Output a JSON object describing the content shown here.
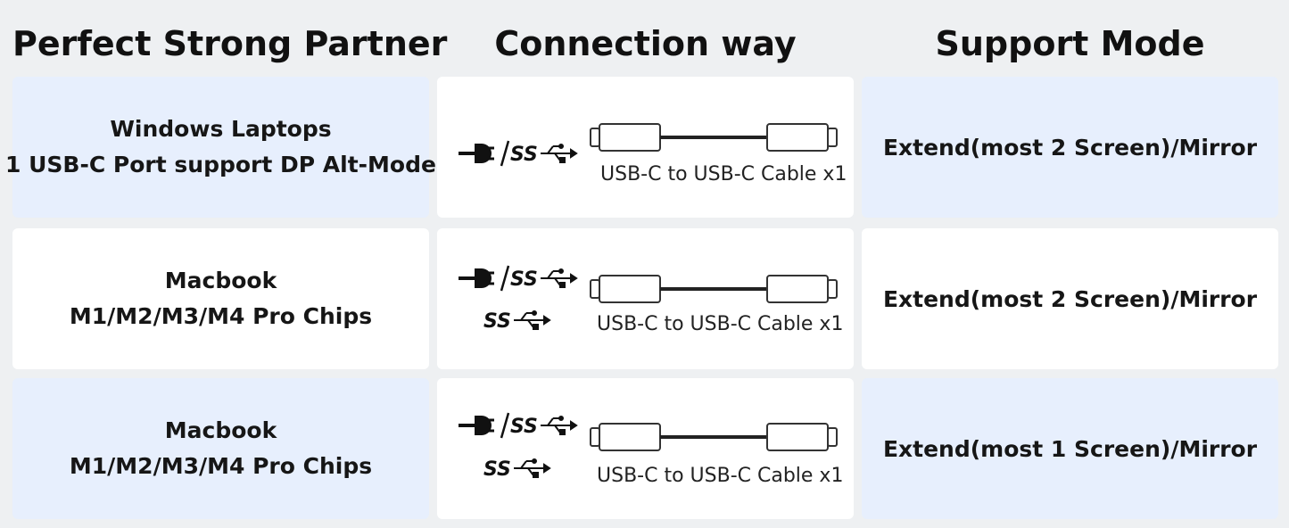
{
  "headers": {
    "partner": "Perfect Strong Partner",
    "connection": "Connection way",
    "mode": "Support Mode"
  },
  "rows": [
    {
      "partner_line1": "Windows Laptops",
      "partner_line2": "1 USB-C Port support DP Alt-Mode",
      "cable_label": "USB-C to USB-C Cable x1",
      "mode": "Extend(most 2 Screen)/Mirror",
      "icons": [
        "power-ss-usb-icon"
      ]
    },
    {
      "partner_line1": "Macbook",
      "partner_line2": "M1/M2/M3/M4 Pro Chips",
      "cable_label": "USB-C to USB-C Cable x1",
      "mode": "Extend(most 2 Screen)/Mirror",
      "icons": [
        "power-ss-usb-icon",
        "ss-usb-icon"
      ]
    },
    {
      "partner_line1": "Macbook",
      "partner_line2": "M1/M2/M3/M4 Pro Chips",
      "cable_label": "USB-C to USB-C Cable x1",
      "mode": "Extend(most 1 Screen)/Mirror",
      "icons": [
        "power-ss-usb-icon",
        "ss-usb-icon"
      ]
    }
  ],
  "colors": {
    "background": "#eef0f2",
    "blue_cell": "#e7effd",
    "white_cell": "#ffffff",
    "text": "#161616"
  }
}
